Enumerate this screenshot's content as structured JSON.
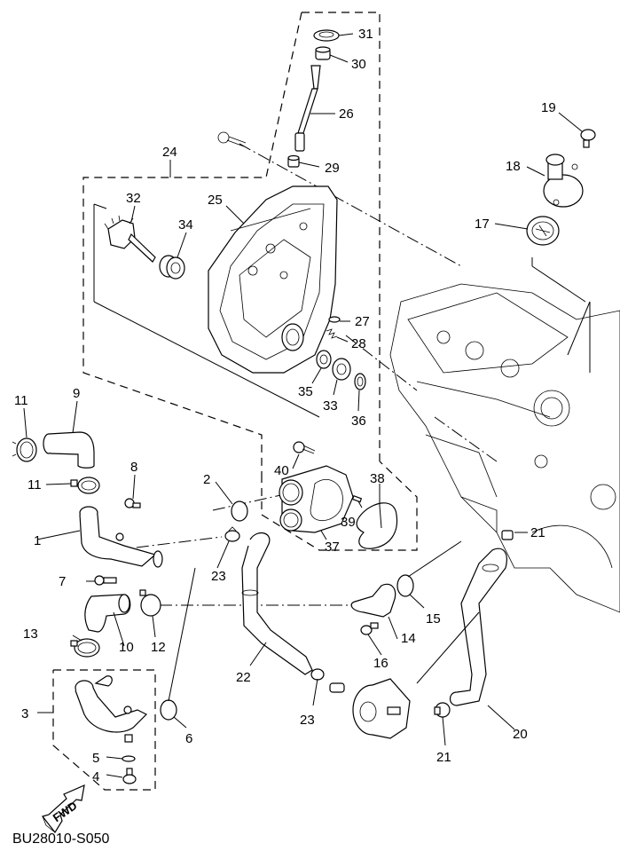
{
  "diagram": {
    "title_code": "BU28010-S050",
    "direction_arrow": "FWD",
    "parts": [
      {
        "no": "1",
        "name": "pipe"
      },
      {
        "no": "2",
        "name": "o-ring"
      },
      {
        "no": "3",
        "name": "pipe-assembly"
      },
      {
        "no": "4",
        "name": "bolt"
      },
      {
        "no": "5",
        "name": "washer"
      },
      {
        "no": "6",
        "name": "o-ring"
      },
      {
        "no": "7",
        "name": "bolt"
      },
      {
        "no": "8",
        "name": "bolt"
      },
      {
        "no": "9",
        "name": "hose"
      },
      {
        "no": "10",
        "name": "hose"
      },
      {
        "no": "11",
        "name": "hose-clamp"
      },
      {
        "no": "12",
        "name": "hose-clamp"
      },
      {
        "no": "13",
        "name": "hose-clamp"
      },
      {
        "no": "14",
        "name": "joint"
      },
      {
        "no": "15",
        "name": "o-ring"
      },
      {
        "no": "16",
        "name": "bolt"
      },
      {
        "no": "17",
        "name": "thermostat"
      },
      {
        "no": "18",
        "name": "thermostat-cover"
      },
      {
        "no": "19",
        "name": "bolt"
      },
      {
        "no": "20",
        "name": "hose"
      },
      {
        "no": "21",
        "name": "hose-clamp"
      },
      {
        "no": "22",
        "name": "hose"
      },
      {
        "no": "23",
        "name": "hose-clamp"
      },
      {
        "no": "24",
        "name": "water-pump-assembly"
      },
      {
        "no": "25",
        "name": "housing"
      },
      {
        "no": "26",
        "name": "shaft"
      },
      {
        "no": "27",
        "name": "circlip"
      },
      {
        "no": "28",
        "name": "spring"
      },
      {
        "no": "29",
        "name": "collar"
      },
      {
        "no": "30",
        "name": "bearing"
      },
      {
        "no": "31",
        "name": "oil-seal"
      },
      {
        "no": "32",
        "name": "impeller-shaft"
      },
      {
        "no": "33",
        "name": "bearing"
      },
      {
        "no": "34",
        "name": "mechanical-seal"
      },
      {
        "no": "35",
        "name": "oil-seal"
      },
      {
        "no": "36",
        "name": "circlip"
      },
      {
        "no": "37",
        "name": "pump-cover"
      },
      {
        "no": "38",
        "name": "gasket"
      },
      {
        "no": "39",
        "name": "dowel-pin"
      },
      {
        "no": "40",
        "name": "bolt"
      }
    ],
    "labels": [
      {
        "text": "31"
      },
      {
        "text": "30"
      },
      {
        "text": "26"
      },
      {
        "text": "29"
      },
      {
        "text": "24"
      },
      {
        "text": "25"
      },
      {
        "text": "32"
      },
      {
        "text": "34"
      },
      {
        "text": "27"
      },
      {
        "text": "28"
      },
      {
        "text": "35"
      },
      {
        "text": "33"
      },
      {
        "text": "36"
      },
      {
        "text": "19"
      },
      {
        "text": "18"
      },
      {
        "text": "17"
      },
      {
        "text": "11"
      },
      {
        "text": "9"
      },
      {
        "text": "11"
      },
      {
        "text": "8"
      },
      {
        "text": "1"
      },
      {
        "text": "2"
      },
      {
        "text": "40"
      },
      {
        "text": "38"
      },
      {
        "text": "39"
      },
      {
        "text": "37"
      },
      {
        "text": "23"
      },
      {
        "text": "21"
      },
      {
        "text": "7"
      },
      {
        "text": "15"
      },
      {
        "text": "13"
      },
      {
        "text": "10"
      },
      {
        "text": "12"
      },
      {
        "text": "14"
      },
      {
        "text": "16"
      },
      {
        "text": "22"
      },
      {
        "text": "3"
      },
      {
        "text": "6"
      },
      {
        "text": "23"
      },
      {
        "text": "20"
      },
      {
        "text": "5"
      },
      {
        "text": "4"
      },
      {
        "text": "21"
      }
    ]
  }
}
